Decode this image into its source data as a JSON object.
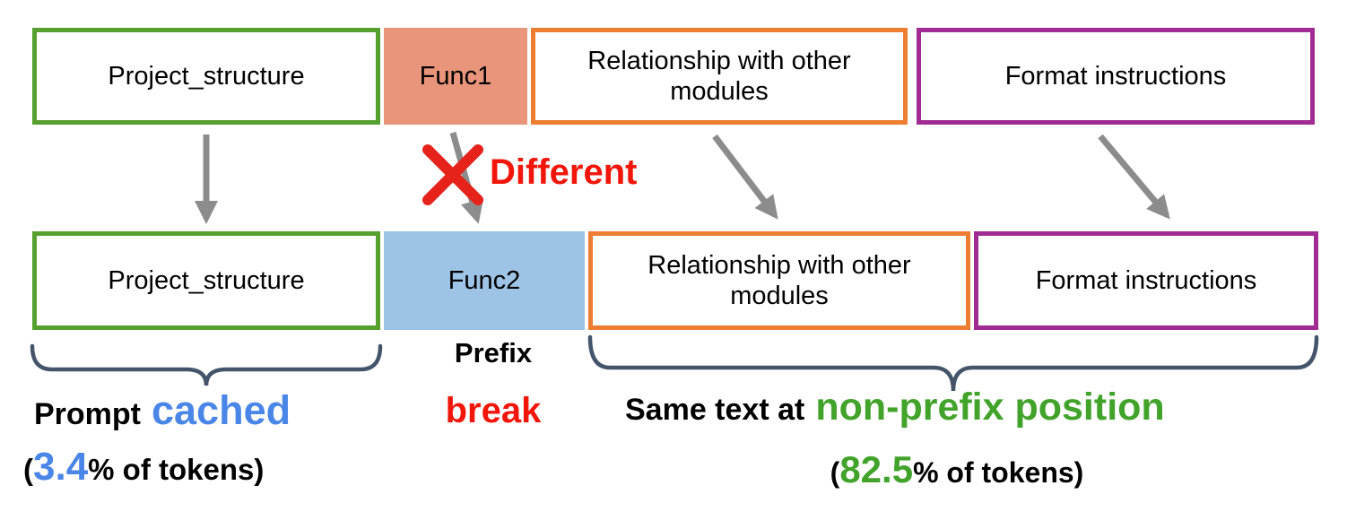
{
  "top_row": {
    "boxes": [
      {
        "label": "Project_structure"
      },
      {
        "label": "Func1"
      },
      {
        "label": "Relationship with other modules"
      },
      {
        "label": "Format instructions"
      }
    ]
  },
  "bottom_row": {
    "boxes": [
      {
        "label": "Project_structure"
      },
      {
        "label": "Func2"
      },
      {
        "label": "Relationship with other modules"
      },
      {
        "label": "Format instructions"
      }
    ]
  },
  "annotations": {
    "different": "Different",
    "prefix": "Prefix",
    "break_word": "break",
    "prompt": "Prompt",
    "cached": "cached",
    "cached_stat": {
      "open": "(",
      "value": "3.4",
      "close": "% of tokens)"
    },
    "same_text": "Same text at",
    "non_prefix": "non-prefix position",
    "non_prefix_stat": {
      "open": "(",
      "value": "82.5",
      "close": "% of tokens)"
    }
  },
  "colors": {
    "green_outline": "#56A02F",
    "orange_outline": "#ED7D31",
    "purple_outline": "#A02B93",
    "salmon_fill": "#E9957B",
    "blue_fill": "#9DC3E6",
    "arrow_gray": "#8C8C8C",
    "red_accent": "#F2150A",
    "blue_accent": "#4A86E8",
    "green_accent": "#42A32B",
    "brace_color": "#44546A"
  }
}
